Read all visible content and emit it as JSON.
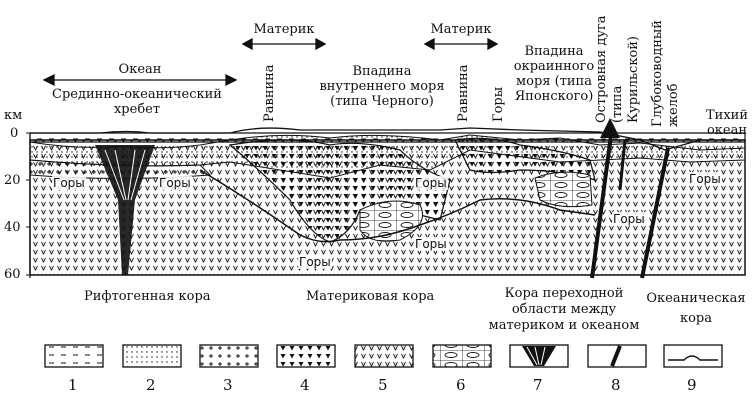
{
  "top_labels": {
    "ocean_arrow": "Океан",
    "mor": "Срединно-океанический хребет",
    "mainland_left": "Материк",
    "mainland_right": "Материк",
    "inner_sea": "Впадина внутреннего моря (типа Черного)",
    "marginal_sea": "Впадина окраинного моря (типа Японского)",
    "pacific": "Тихий океан"
  },
  "vertical_labels": {
    "plain_left": "Равнина",
    "plain_right": "Равнина",
    "mountains_top": "Горы",
    "island_arc": "Островная дуга (типа Курильской)",
    "trench": "Глубоководный желоб"
  },
  "axis": {
    "unit": "км",
    "ticks": [
      "0",
      "20",
      "40",
      "60"
    ]
  },
  "mountain_labels": [
    "Горы",
    "Горы",
    "Горы",
    "Горы",
    "Горы",
    "Горы",
    "Горы"
  ],
  "crust_labels": {
    "rift": "Рифтогенная кора",
    "continental": "Материковая кора",
    "transitional": "Кора переходной области между материком и океаном",
    "oceanic": "Океаническая кора"
  },
  "legend": {
    "numbers": [
      "1",
      "2",
      "3",
      "4",
      "5",
      "6",
      "7",
      "8",
      "9"
    ]
  }
}
